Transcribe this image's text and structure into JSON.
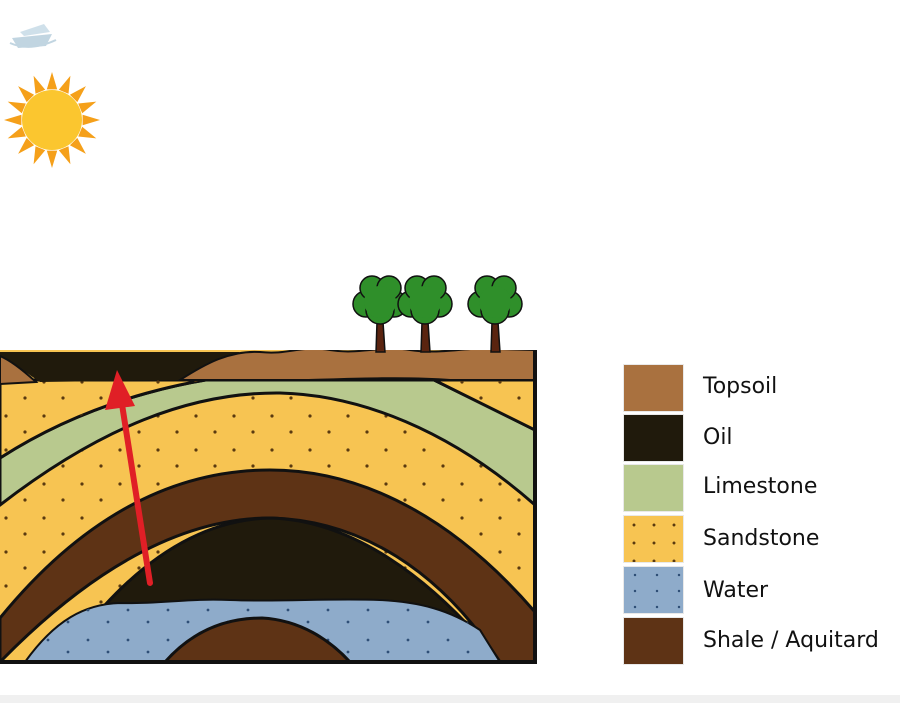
{
  "legend": {
    "items": [
      {
        "label": "Topsoil",
        "color": "#a9713f"
      },
      {
        "label": "Oil",
        "color": "#201a0c"
      },
      {
        "label": "Limestone",
        "color": "#b8c98e"
      },
      {
        "label": "Sandstone",
        "color": "#f7c452"
      },
      {
        "label": "Water",
        "color": "#8eabca"
      },
      {
        "label": "Shale / Aquitard",
        "color": "#5e3315"
      }
    ]
  },
  "decor": {
    "logo": "ship-logo-icon",
    "sun": "sun-icon",
    "trees": "tree-icon",
    "arrow": "arrow-up-icon",
    "arrow_color": "#e01f26",
    "tree_foliage": "#2f8f2a",
    "trunk": "#5a2410"
  }
}
